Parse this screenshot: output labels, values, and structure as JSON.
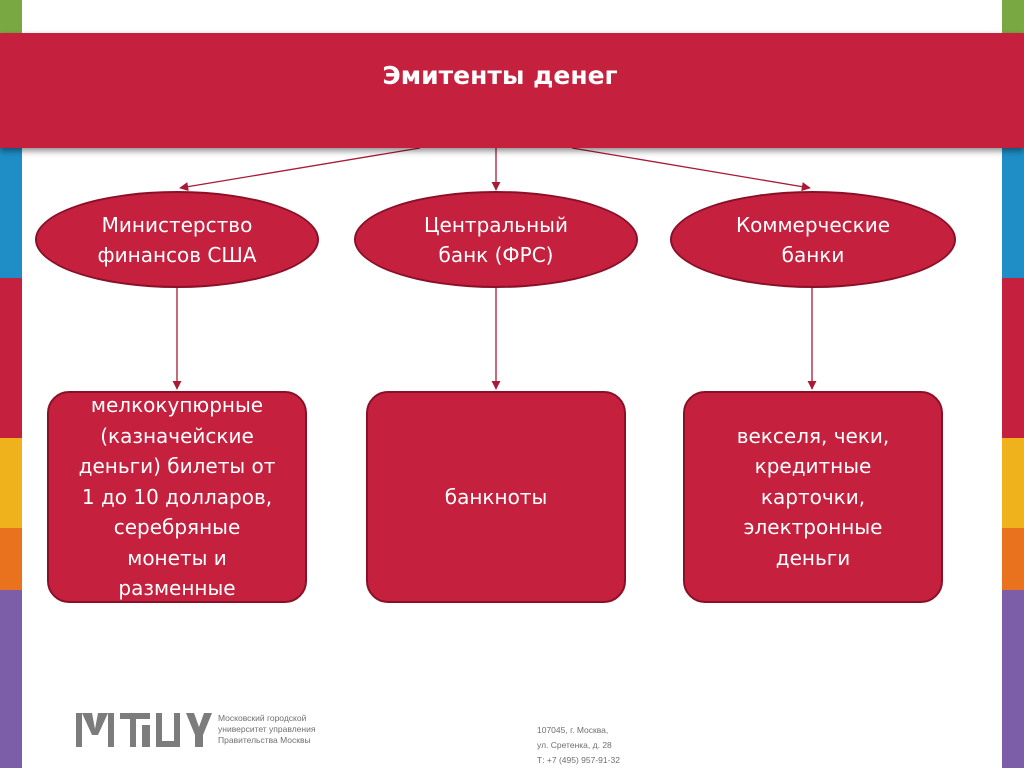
{
  "slide": {
    "title": "Эмитенты денег",
    "colors": {
      "accent": "#c5213f",
      "shape_border": "#8a1028",
      "stripes": [
        "#79a843",
        "#1f8ec7",
        "#c5213f",
        "#f0b21c",
        "#e8721e",
        "#7b5ea7"
      ]
    }
  },
  "issuers": [
    {
      "name_lines": [
        "Министерство",
        "финансов США"
      ],
      "issues_lines": [
        "мелкокупюрные",
        "(казначейские",
        "деньги) билеты от",
        "1 до 10 долларов,",
        "серебряные",
        "монеты и",
        "разменные"
      ]
    },
    {
      "name_lines": [
        "Центральный",
        "банк (ФРС)"
      ],
      "issues_lines": [
        "банкноты"
      ]
    },
    {
      "name_lines": [
        "Коммерческие",
        "банки"
      ],
      "issues_lines": [
        "векселя, чеки,",
        "кредитные",
        "карточки,",
        "электронные",
        "деньги"
      ]
    }
  ],
  "footer": {
    "logo_text": "МГУУ",
    "university_lines": [
      "Московский городской",
      "университет управления",
      "Правительства Москвы"
    ],
    "address_lines": [
      "107045, г. Москва,",
      "ул. Сретенка, д. 28",
      "Т: +7 (495) 957-91-32"
    ]
  }
}
